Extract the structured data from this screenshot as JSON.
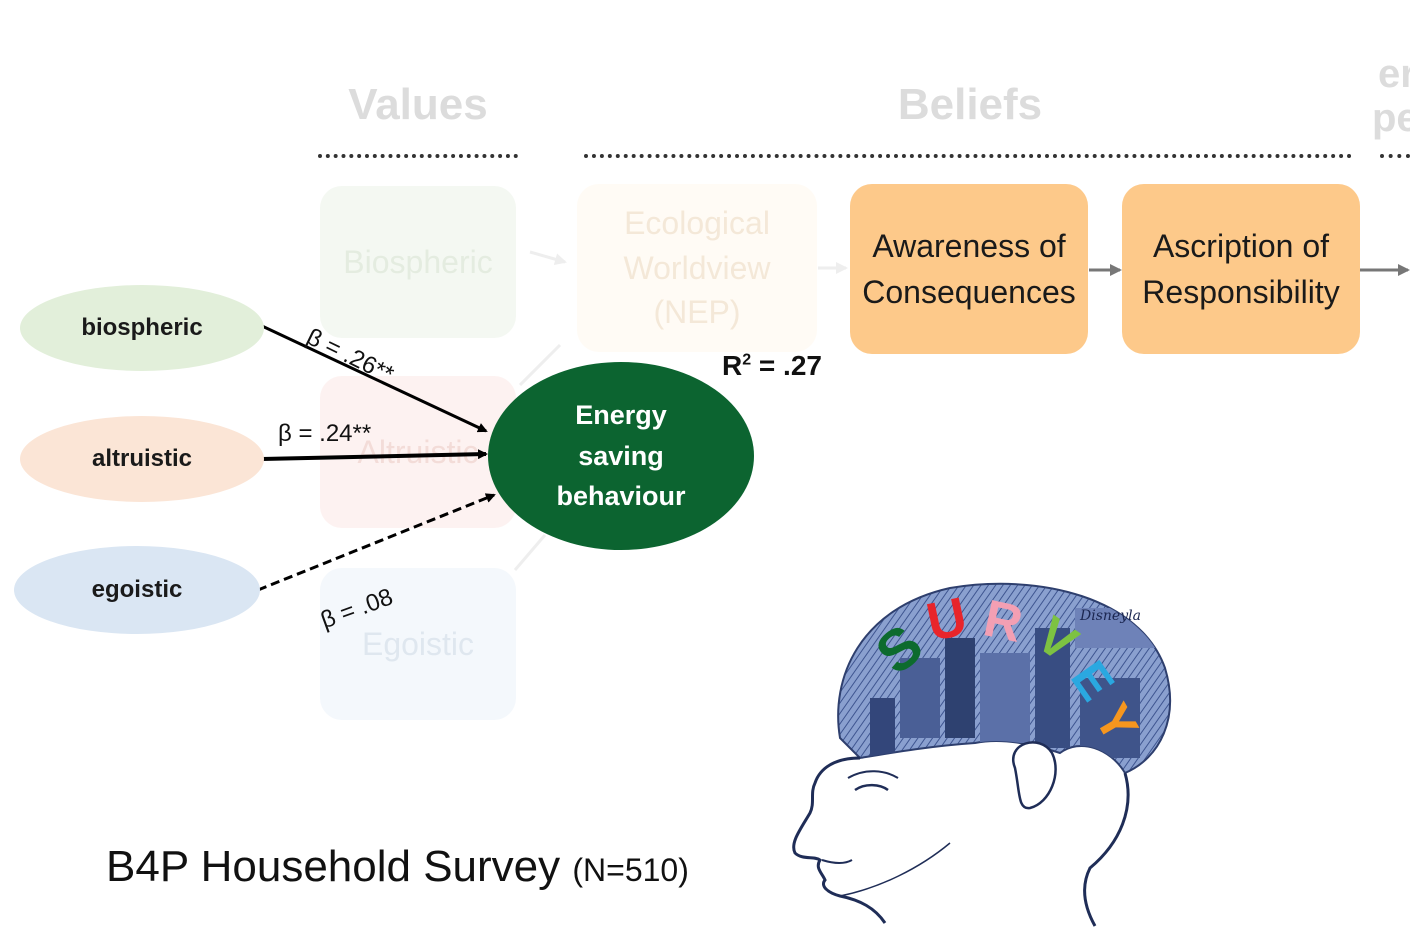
{
  "sections": {
    "values": "Values",
    "beliefs": "Beliefs",
    "norms_top": "er",
    "norms_bottom": "pe"
  },
  "background_model": {
    "biospheric": "Biospheric",
    "altruistic": "Altruistic",
    "egoistic": "Egoistic",
    "nep": [
      "Ecological",
      "Worldview",
      "(NEP)"
    ],
    "awareness": [
      "Awareness of",
      "Consequences"
    ],
    "ascription": [
      "Ascription of",
      "Responsibility"
    ]
  },
  "predictors": {
    "biospheric": "biospheric",
    "altruistic": "altruistic",
    "egoistic": "egoistic"
  },
  "outcome": [
    "Energy",
    "saving",
    "behaviour"
  ],
  "coefficients": {
    "biospheric": "β = .26**",
    "altruistic": "β = .24**",
    "egoistic": "β = .08"
  },
  "r_squared": {
    "label": "R",
    "sup": "2",
    "value": " = .27"
  },
  "survey": {
    "title": "B4P Household Survey",
    "n": "(N=510)",
    "word": [
      "S",
      "U",
      "R",
      "V",
      "E",
      "Y"
    ],
    "sign_text": "Disneyla",
    "colors": [
      "#0d6b2e",
      "#e8252b",
      "#f39fb3",
      "#7dc242",
      "#2aa8e0",
      "#f6961e"
    ]
  },
  "colors": {
    "outcome_fill": "#0c6430",
    "orange_box": "#fdc98a",
    "biospheric_fill": "#e2efda",
    "altruistic_fill": "#fbe5d6",
    "egoistic_fill": "#dae6f3"
  }
}
